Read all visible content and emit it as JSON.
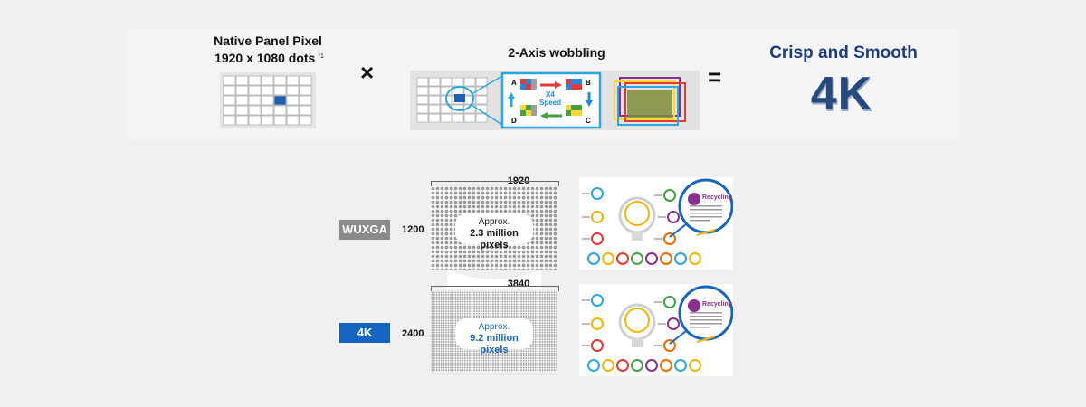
{
  "native": {
    "title_line1": "Native Panel Pixel",
    "title_line2": "1920 x 1080 dots",
    "footnote": "*1"
  },
  "operators": {
    "times": "×",
    "equals": "="
  },
  "wobbling": {
    "title": "2-Axis wobbling",
    "corner_a": "A",
    "corner_b": "B",
    "corner_c": "C",
    "corner_d": "D",
    "speed_line1": "X4",
    "speed_line2": "Speed"
  },
  "result": {
    "caption": "Crisp and Smooth",
    "big": "4K"
  },
  "wuxga": {
    "badge": "WUXGA",
    "width": "1920",
    "height": "1200",
    "approx": "Approx.",
    "pixels": "2.3 million pixels",
    "badge_color": "#8a8a8a"
  },
  "uhd": {
    "badge": "4K",
    "width": "3840",
    "height": "2400",
    "approx": "Approx.",
    "pixels": "9.2 million pixels",
    "badge_color": "#1565c0"
  },
  "infographic": {
    "heading": "Recycling"
  },
  "colors": {
    "accent_blue": "#1f3c7a",
    "cyan": "#29a8df",
    "purple": "#8b2f8c"
  }
}
